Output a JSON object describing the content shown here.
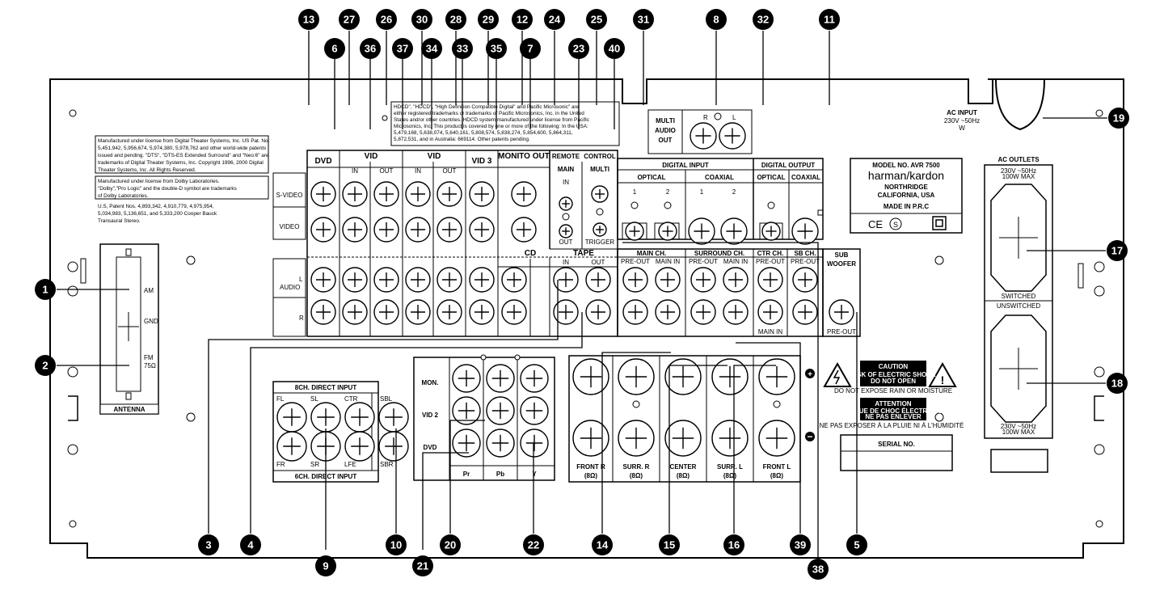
{
  "panel": {
    "dvd": "DVD",
    "vid1": "VID",
    "vid2": "VID",
    "vid3": "VID 3",
    "monitor_out": "MONITO OUT",
    "in": "IN",
    "out": "OUT",
    "svideo": "S-VIDEO",
    "video": "VIDEO",
    "audio": "AUDIO",
    "l": "L",
    "r": "R",
    "cd": "CD",
    "tape": "TAPE",
    "remote": "REMOTE",
    "control": "CONTROL",
    "main": "MAIN",
    "multi": "MULTI",
    "remote_in": "IN",
    "remote_out": "OUT",
    "trigger": "TRIGGER",
    "multi_audio_out": [
      "MULTI",
      "AUDIO",
      "OUT"
    ],
    "mao_r": "R",
    "mao_l": "L",
    "digital_input": "DIGITAL INPUT",
    "digital_output": "DIGITAL OUTPUT",
    "optical": "OPTICAL",
    "coaxial": "COAXIAL",
    "opt1": "1",
    "opt2": "2",
    "coax1": "1",
    "coax2": "2",
    "main_ch": "MAIN CH.",
    "surround_ch": "SURROUND CH.",
    "ctr_ch": "CTR CH.",
    "sb_ch": "SB CH.",
    "pre_out": "PRE-OUT",
    "main_in": "MAIN IN",
    "sub_woofer": [
      "SUB",
      "WOOFER"
    ],
    "ac_input": "AC INPUT",
    "ac_input_spec": "230V ~50Hz",
    "ac_input_w": "W",
    "ac_outlets": "AC OUTLETS",
    "outlet_spec_top": [
      "230V ~50Hz",
      "100W MAX"
    ],
    "switched": "SWITCHED",
    "unswitched": "UNSWITCHED",
    "outlet_spec_bottom": [
      "230V ~50Hz",
      "100W MAX"
    ],
    "model_plate": [
      "MODEL NO. AVR 7500",
      "harman/kardon",
      "NORTHRIDGE",
      "CALIFORNIA, USA",
      "MADE IN P.R.C"
    ],
    "antenna": "ANTENNA",
    "am": "AM",
    "gnd": "GND",
    "fm": "FM",
    "fm_ohm": "75Ω",
    "direct8": "8CH. DIRECT INPUT",
    "direct6": "6CH. DIRECT INPUT",
    "direct_top": [
      "FL",
      "SL",
      "CTR",
      "SBL"
    ],
    "direct_bottom": [
      "FR",
      "SR",
      "LFE",
      "SBR"
    ],
    "component_rows": [
      "MON.",
      "VID 2",
      "DVD"
    ],
    "component_cols": [
      "Pr",
      "Pb",
      "Y"
    ],
    "speakers": [
      {
        "name": "FRONT R",
        "ohm": "(8Ω)"
      },
      {
        "name": "SURR. R",
        "ohm": "(8Ω)"
      },
      {
        "name": "CENTER",
        "ohm": "(8Ω)"
      },
      {
        "name": "SURR. L",
        "ohm": "(8Ω)"
      },
      {
        "name": "FRONT L",
        "ohm": "(8Ω)"
      }
    ],
    "caution": "CAUTION",
    "caution_sub": [
      "RISK OF ELECTRIC SHOCK",
      "DO NOT OPEN"
    ],
    "caution_note": "DO NOT EXPOSE RAIN OR MOISTURE",
    "attention": "ATTENTION",
    "attention_sub": [
      "RISQUE DE CHOC ÉLECTRIQUE",
      "NE PAS ENLEVER"
    ],
    "attention_note": "NE PAS EXPOSER À LA PLUIE NI À L'HUMIDITÉ",
    "serial": "SERIAL NO.",
    "dts_license": [
      "Manufactured under license from Digital Theater Systems, Inc. US Pat. No.",
      "5,451,942, 5,956,674, 5,974,380, 5,978,762 and other world-wide patents",
      "issued and pending. \"DTS\", \"DTS-ES Extended Surround\" and \"Neo:6\" are",
      "trademarks of Digital Theater Systems, Inc.   Copyright 1996, 2000 Digital",
      "Theater Systems, Inc. All Rights Reserved."
    ],
    "dolby_license": [
      "Manufactured under license from Dolby Laboratories.",
      "\"Dolby\",\"Pro Logic\" and the double-D symbol are trademarks",
      "of Dolby Laboratories."
    ],
    "patent_license": [
      "U.S, Patent Nos.  4,893,342,  4,910,779,  4,975,954,",
      "5,034,983,  5,136,651,  and  5,333,200 Cooper Bauck",
      "Transaural Stereo."
    ],
    "hdcd_license": [
      "HDCD\", \"HDCD\", \"High Definition Compatible Digital\" and Pacific Microsonic\" are",
      "either registered trademarks or trademarks of Pacific Microsonics, Inc. in the United",
      "States and/or other countries. HDCD system manufactured under license from Pacific",
      "Microsonics, Inc. This product is covered by one or more of the following: In the USA:",
      "5,479,168, 5,638,074, 5,640,161, 5,808,574, 5,838,274, 5,854,600, 5,864,311,",
      "5,872,531, and in Australia: 669114. Other patents pending."
    ]
  },
  "callouts": {
    "top": [
      "13",
      "27",
      "26",
      "30",
      "28",
      "29",
      "12",
      "24",
      "25",
      "31",
      "8",
      "32",
      "11"
    ],
    "second": [
      "6",
      "36",
      "37",
      "34",
      "33",
      "35",
      "7",
      "23",
      "40"
    ],
    "left": [
      "1",
      "2"
    ],
    "right": [
      "19",
      "17",
      "18"
    ],
    "bottom": [
      "3",
      "4",
      "9",
      "10",
      "21",
      "20",
      "22",
      "14",
      "15",
      "16",
      "39",
      "38",
      "5"
    ]
  }
}
